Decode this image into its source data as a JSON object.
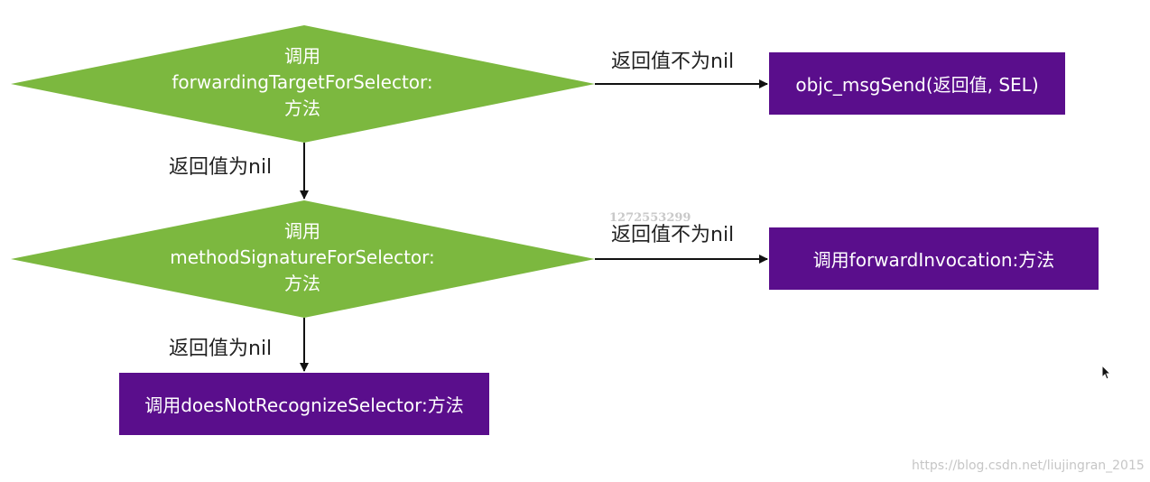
{
  "nodes": {
    "decision_1": {
      "lines": [
        "调用",
        "forwardingTargetForSelector:",
        "方法"
      ]
    },
    "decision_2": {
      "lines": [
        "调用",
        "methodSignatureForSelector:",
        "方法"
      ]
    },
    "box_msgsend": {
      "label": "objc_msgSend(返回值, SEL)"
    },
    "box_forward_invocation": {
      "label": "调用forwardInvocation:方法"
    },
    "box_does_not_recognize": {
      "label": "调用doesNotRecognizeSelector:方法"
    }
  },
  "edges": {
    "d1_to_msgsend": "返回值不为nil",
    "d1_to_d2": "返回值为nil",
    "d2_to_forward": "返回值不为nil",
    "d2_to_not_recognize": "返回值为nil"
  },
  "watermarks": {
    "id": "1272553299",
    "url": "https://blog.csdn.net/liujingran_2015"
  },
  "colors": {
    "diamond_fill": "#7cb83f",
    "box_fill": "#5a0e8c",
    "arrow": "#111111"
  }
}
